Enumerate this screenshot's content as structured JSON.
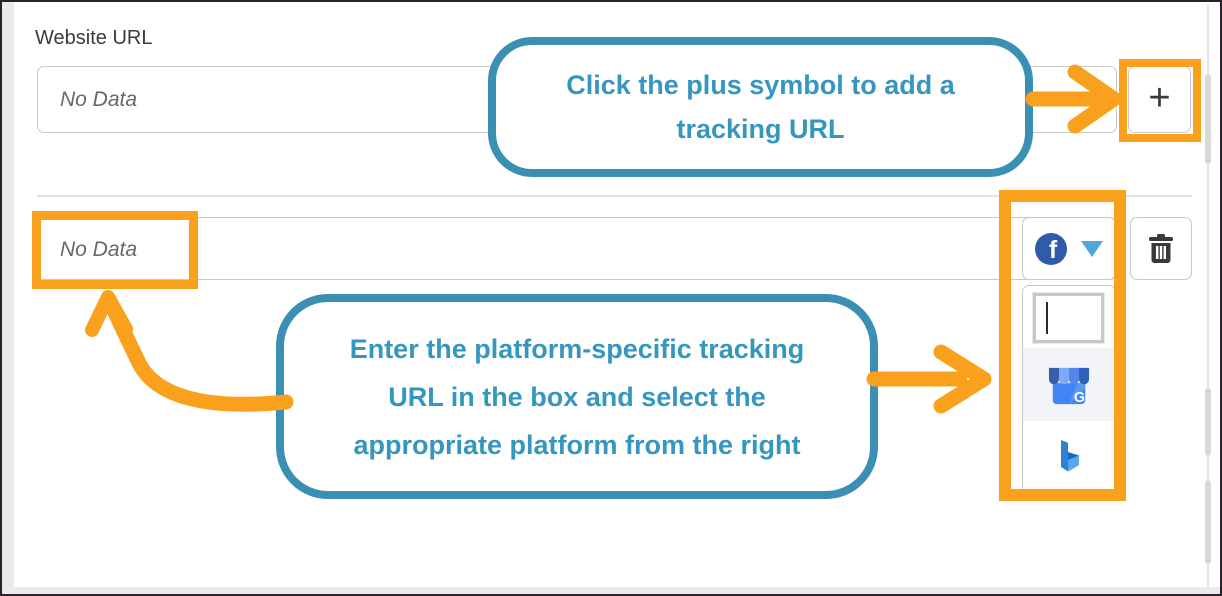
{
  "form": {
    "website_url": {
      "label": "Website URL",
      "value": "No Data"
    },
    "add_button": {
      "label": "+"
    },
    "tracking_row": {
      "value": "No Data",
      "platform_dropdown": {
        "selected_platform": "Facebook",
        "search_value": "",
        "options": [
          {
            "name": "Google My Business",
            "icon": "google-my-business-icon"
          },
          {
            "name": "Bing",
            "icon": "bing-icon"
          }
        ]
      },
      "delete_button": {
        "icon": "trash-icon"
      }
    }
  },
  "annotations": {
    "callout_add": {
      "text": "Click the plus symbol to add a tracking URL",
      "lines": [
        "Click the plus symbol to add a",
        "tracking URL"
      ]
    },
    "callout_platform": {
      "text": "Enter the platform-specific tracking URL in the box and select the appropriate platform from the right",
      "lines": [
        "Enter the platform-specific tracking",
        "URL in the box and select the",
        "appropriate platform from the right"
      ]
    },
    "highlighted_elements": [
      "add-button",
      "tracking-url-value",
      "platform-dropdown"
    ]
  },
  "colors": {
    "annotation_orange": "#F9A11D",
    "annotation_teal_border": "#3A8FB2",
    "annotation_teal_text": "#3596BE",
    "facebook_blue": "#2F5BA8",
    "dropdown_triangle_blue": "#4FA8DC",
    "google_business_blue": "#4285F4",
    "bing_blue": "#2F81D8"
  }
}
